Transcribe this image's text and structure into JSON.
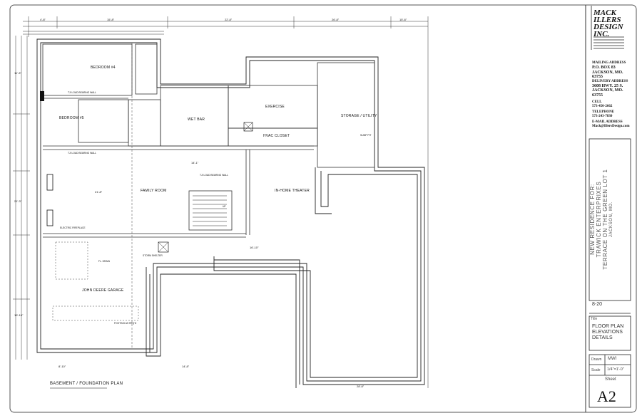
{
  "plan": {
    "title": "BASEMENT / FOUNDATION PLAN",
    "rooms": {
      "bedroom4": "BEDROOM #4",
      "bedroom5": "BEDROOM #5",
      "wet_bar": "WET BAR",
      "exercise": "EXERCISE",
      "storage": "STORAGE / UTILITY",
      "hvac": "HVAC CLOSET",
      "family": "FAMILY ROOM",
      "theater": "IN-HOME THEATER",
      "garage": "JOHN DEERE GARAGE",
      "storm": "STORM SHELTER"
    },
    "notes": {
      "load_bearing_1": "TJI LOAD BEARING WALL",
      "load_bearing_2": "TJI LOAD BEARING WALL",
      "load_bearing_3": "TJI LOAD BEARING WALL",
      "footing": "FOOTING AS REQ'D",
      "vent": "SUMP PIT",
      "fireplace": "ELECTRIC FIREPLACE",
      "floor_drain": "FL. DRAIN",
      "stair": "UP"
    },
    "dims": {
      "top_1": "4'-8\"",
      "top_2": "15'-8\"",
      "top_3": "22'-8\"",
      "top_4": "26'-8\"",
      "top_5": "15'-8\"",
      "left_1": "11'-3\"",
      "left_2": "21'-3\"",
      "left_3": "19'-10\"",
      "bottom_1": "8'-10\"",
      "bottom_2": "14'-8\"",
      "bottom_3": "28'-8\"",
      "mid_1": "16'-10\"",
      "mid_2": "14'-1\"",
      "mid_3": "21'-8\""
    }
  },
  "titleblock": {
    "firm_line1": "MACK",
    "firm_line2": "ILLERS",
    "firm_line3": "DESIGN",
    "firm_line4": "INC.",
    "mailing_label": "MAILING ADDRESS",
    "mailing_line1": "P.O. BOX 83",
    "mailing_line2": "JACKSON, MO.",
    "mailing_line3": "63755",
    "delivery_label": "DELIVERY ADDRESS",
    "delivery_line1": "3608 HWY. 25 S.",
    "delivery_line2": "JACKSON, MO.",
    "delivery_line3": "63755",
    "cell_label": "CELL",
    "cell": "573-450-2662",
    "tel_label": "TELEPHONE",
    "tel": "573-243-7830",
    "email_label": "E-MAIL ADDRESS",
    "email": "Mack@IllersDesign.com",
    "project_line1": "NEW RESIDENCE FOR:",
    "project_line2": "TRAWICK ENTERPRIXES",
    "project_line3": "TERRACE ON THE GREEN LOT 1",
    "project_line4": "JACKSON, MO.",
    "date": "8-20",
    "title_label": "Title",
    "title_line1": "FLOOR PLAN",
    "title_line2": "ELEVATIONS",
    "title_line3": "DETAILS",
    "drawn_label": "Drawn",
    "drawn_value": "MWI",
    "scale_label": "Scale",
    "scale_value": "1/4\"=1'-0\"",
    "sheet_label": "Sheet",
    "sheet_value": "A2"
  }
}
